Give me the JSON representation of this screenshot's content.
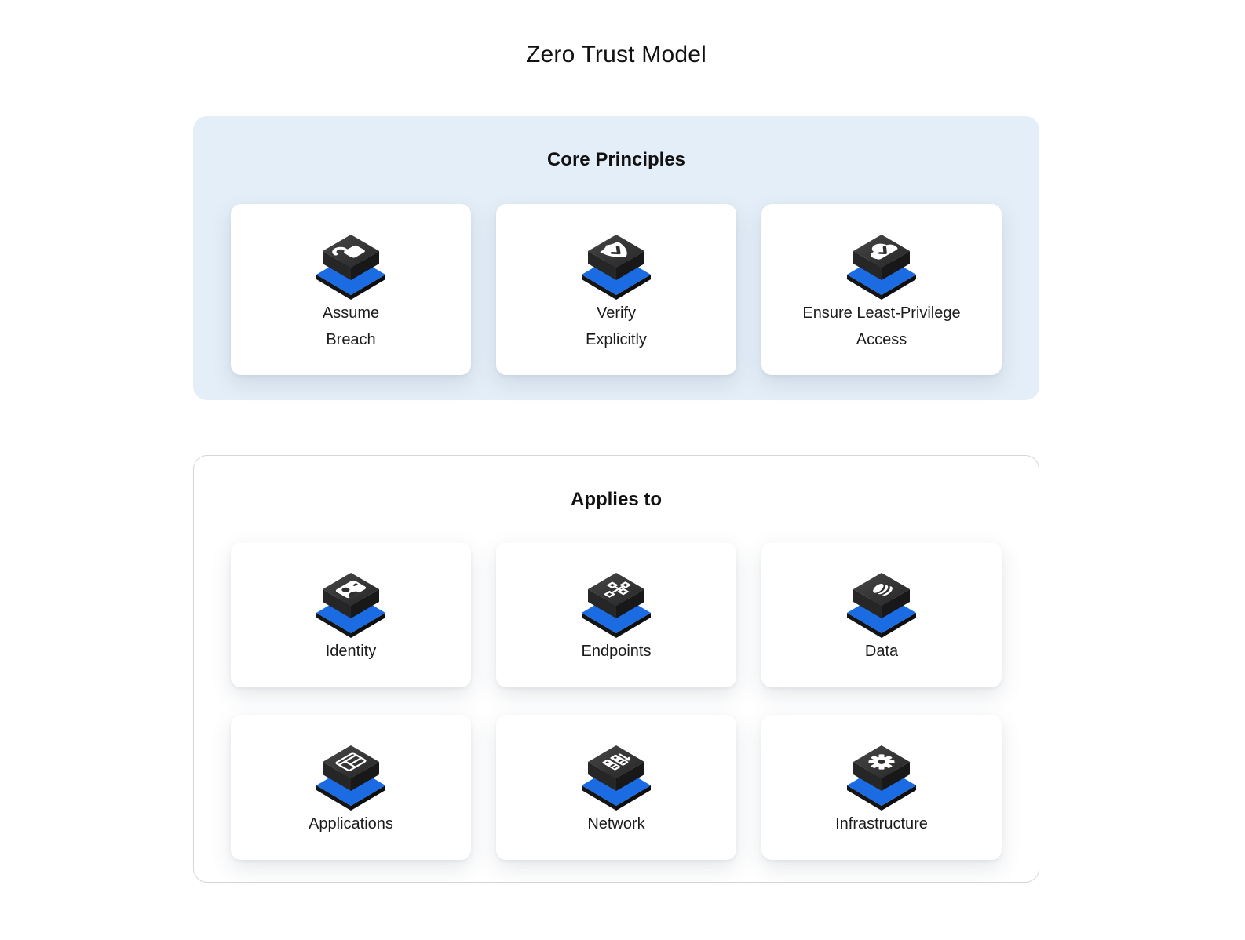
{
  "page": {
    "title": "Zero Trust Model"
  },
  "colors": {
    "core_panel_bg": "#e4eef8",
    "applies_panel_border": "#d6d6d6",
    "accent_blue": "#1b6ce3",
    "slab_dark": "#2f2f2f",
    "glyph_white": "#ffffff",
    "text": "#1b1b1b"
  },
  "core_principles": {
    "heading": "Core Principles",
    "cards": [
      {
        "label_line1": "Assume",
        "label_line2": "Breach",
        "icon": "unlock-icon"
      },
      {
        "label_line1": "Verify",
        "label_line2": "Explicitly",
        "icon": "shield-check-icon"
      },
      {
        "label_line1": "Ensure Least-Privilege",
        "label_line2": "Access",
        "icon": "cloud-check-icon"
      }
    ]
  },
  "applies_to": {
    "heading": "Applies to",
    "cards": [
      {
        "label": "Identity",
        "icon": "id-badge-icon"
      },
      {
        "label": "Endpoints",
        "icon": "network-nodes-icon"
      },
      {
        "label": "Data",
        "icon": "database-icon"
      },
      {
        "label": "Applications",
        "icon": "app-window-icon"
      },
      {
        "label": "Network",
        "icon": "server-rack-icon"
      },
      {
        "label": "Infrastructure",
        "icon": "gear-icon"
      }
    ]
  }
}
